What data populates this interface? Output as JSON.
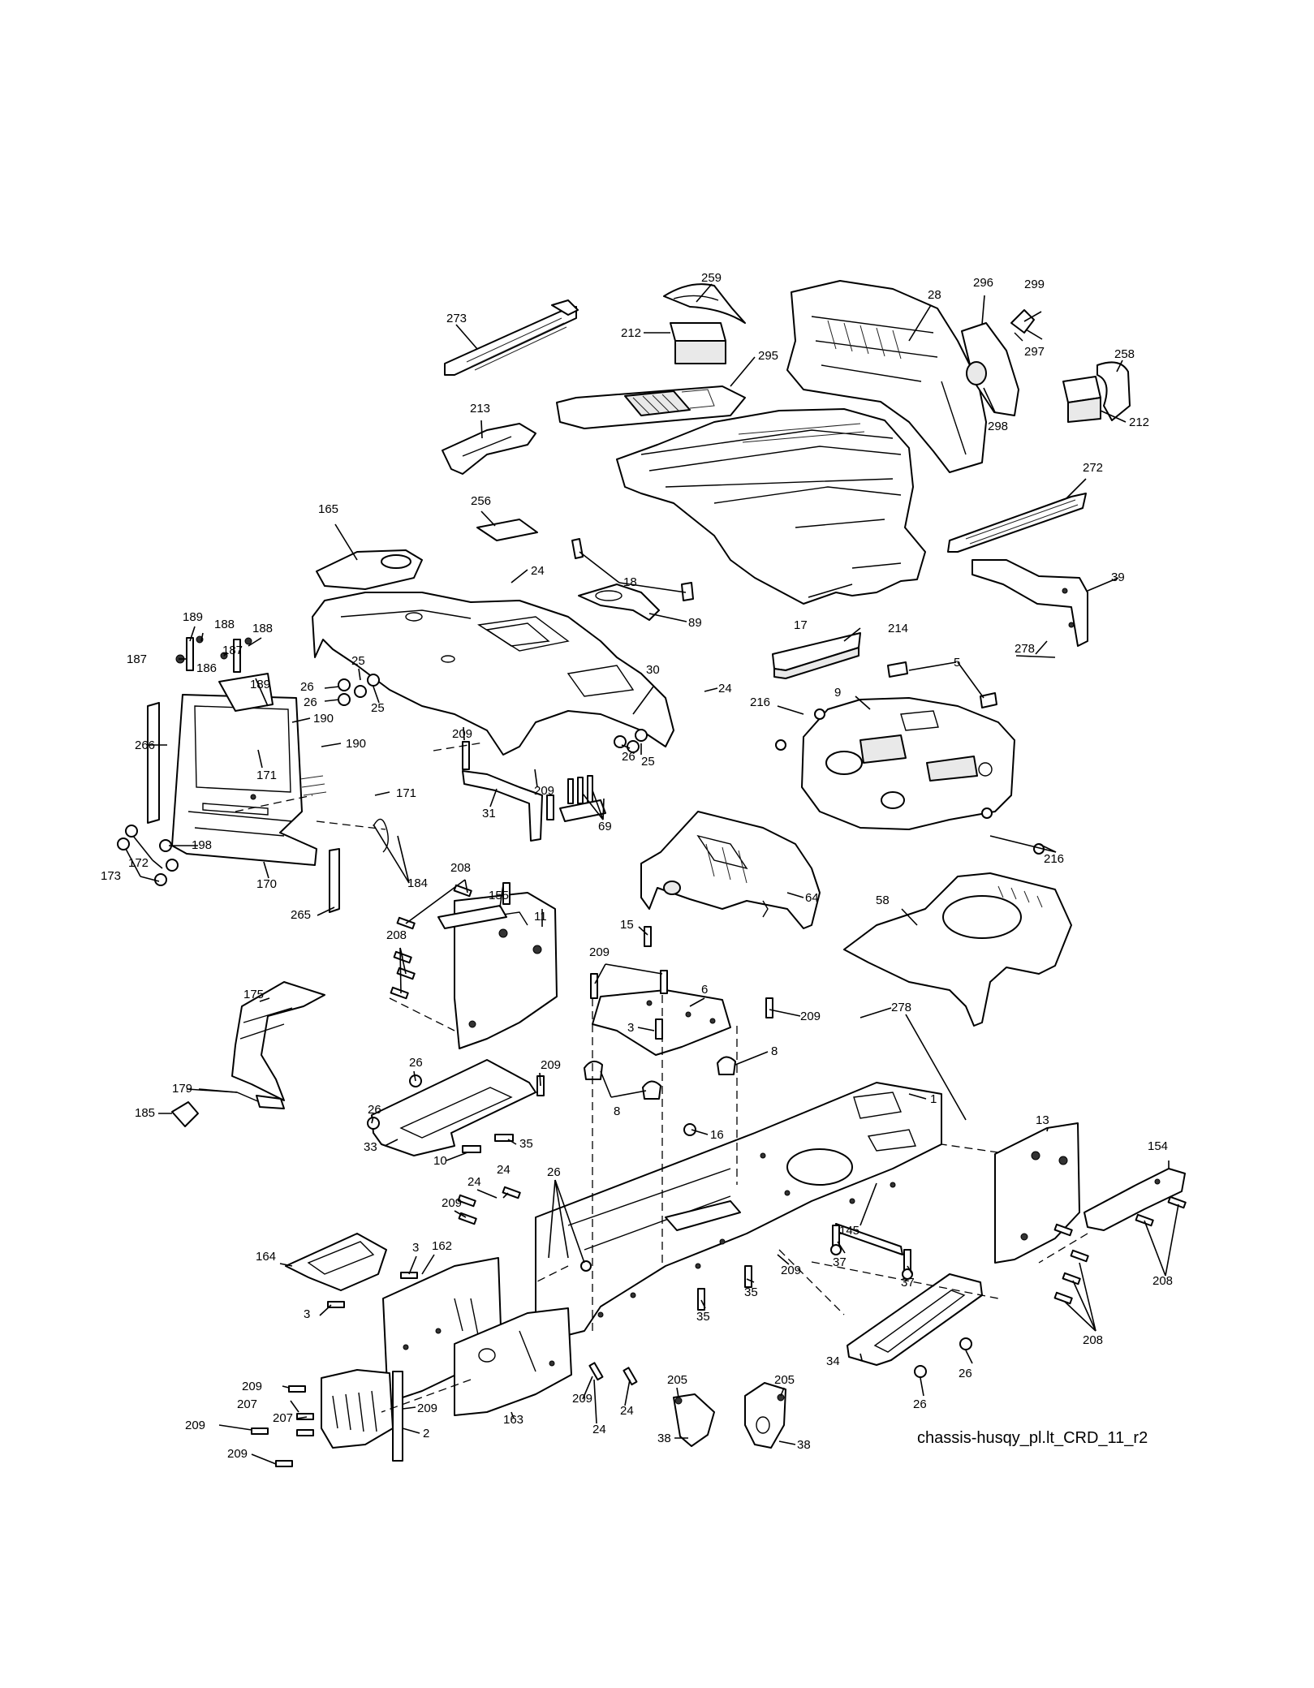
{
  "diagram": {
    "caption": "chassis-husqy_pl.lt_CRD_11_r2",
    "callouts": [
      {
        "label": "259"
      },
      {
        "label": "273"
      },
      {
        "label": "212"
      },
      {
        "label": "295"
      },
      {
        "label": "28"
      },
      {
        "label": "296"
      },
      {
        "label": "299"
      },
      {
        "label": "297"
      },
      {
        "label": "258"
      },
      {
        "label": "298"
      },
      {
        "label": "212"
      },
      {
        "label": "213"
      },
      {
        "label": "272"
      },
      {
        "label": "165"
      },
      {
        "label": "256"
      },
      {
        "label": "24"
      },
      {
        "label": "18"
      },
      {
        "label": "39"
      },
      {
        "label": "189"
      },
      {
        "label": "188"
      },
      {
        "label": "188"
      },
      {
        "label": "187"
      },
      {
        "label": "187"
      },
      {
        "label": "186"
      },
      {
        "label": "89"
      },
      {
        "label": "17"
      },
      {
        "label": "214"
      },
      {
        "label": "278"
      },
      {
        "label": "5"
      },
      {
        "label": "25"
      },
      {
        "label": "189"
      },
      {
        "label": "26"
      },
      {
        "label": "26"
      },
      {
        "label": "25"
      },
      {
        "label": "30"
      },
      {
        "label": "24"
      },
      {
        "label": "216"
      },
      {
        "label": "9"
      },
      {
        "label": "266"
      },
      {
        "label": "190"
      },
      {
        "label": "190"
      },
      {
        "label": "171"
      },
      {
        "label": "209"
      },
      {
        "label": "26"
      },
      {
        "label": "25"
      },
      {
        "label": "171"
      },
      {
        "label": "209"
      },
      {
        "label": "31"
      },
      {
        "label": "69"
      },
      {
        "label": "216"
      },
      {
        "label": "198"
      },
      {
        "label": "172"
      },
      {
        "label": "173"
      },
      {
        "label": "170"
      },
      {
        "label": "265"
      },
      {
        "label": "184"
      },
      {
        "label": "208"
      },
      {
        "label": "155"
      },
      {
        "label": "11"
      },
      {
        "label": "64"
      },
      {
        "label": "58"
      },
      {
        "label": "208"
      },
      {
        "label": "15"
      },
      {
        "label": "209"
      },
      {
        "label": "6"
      },
      {
        "label": "209"
      },
      {
        "label": "278"
      },
      {
        "label": "175"
      },
      {
        "label": "3"
      },
      {
        "label": "26"
      },
      {
        "label": "209"
      },
      {
        "label": "179"
      },
      {
        "label": "8"
      },
      {
        "label": "26"
      },
      {
        "label": "185"
      },
      {
        "label": "8"
      },
      {
        "label": "1"
      },
      {
        "label": "33"
      },
      {
        "label": "35"
      },
      {
        "label": "16"
      },
      {
        "label": "10"
      },
      {
        "label": "13"
      },
      {
        "label": "154"
      },
      {
        "label": "24"
      },
      {
        "label": "24"
      },
      {
        "label": "26"
      },
      {
        "label": "209"
      },
      {
        "label": "145"
      },
      {
        "label": "37"
      },
      {
        "label": "209"
      },
      {
        "label": "208"
      },
      {
        "label": "3"
      },
      {
        "label": "162"
      },
      {
        "label": "164"
      },
      {
        "label": "37"
      },
      {
        "label": "35"
      },
      {
        "label": "3"
      },
      {
        "label": "35"
      },
      {
        "label": "208"
      },
      {
        "label": "34"
      },
      {
        "label": "26"
      },
      {
        "label": "26"
      },
      {
        "label": "209"
      },
      {
        "label": "205"
      },
      {
        "label": "205"
      },
      {
        "label": "207"
      },
      {
        "label": "209"
      },
      {
        "label": "209"
      },
      {
        "label": "207"
      },
      {
        "label": "163"
      },
      {
        "label": "209"
      },
      {
        "label": "24"
      },
      {
        "label": "24"
      },
      {
        "label": "2"
      },
      {
        "label": "38"
      },
      {
        "label": "38"
      },
      {
        "label": "209"
      }
    ]
  }
}
